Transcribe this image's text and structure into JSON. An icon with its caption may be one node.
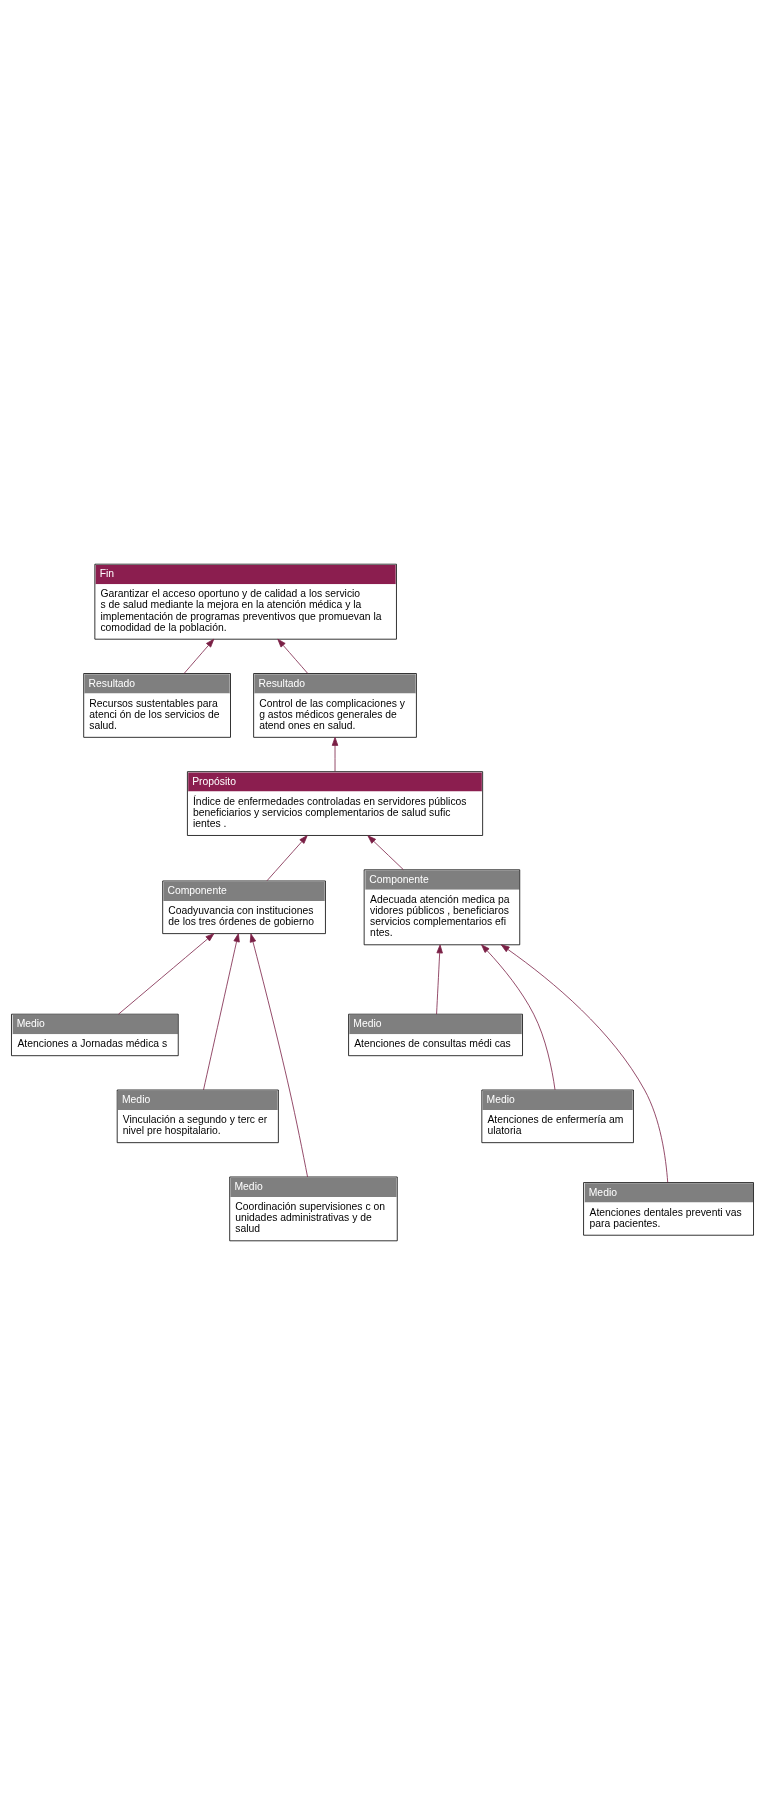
{
  "diagram": {
    "nodes": [
      {
        "text": [
          "Fin",
          "Garantizar el acceso oportuno y de calidad a los servicio s de salud mediante la mejora en la atención médica y la implementación de programas preventivos que promuevan la comodidad de la población."
        ]
      },
      {
        "text": [
          "Resultado",
          "Recursos sustentables para atenci ón de los servicios de salud."
        ]
      },
      {
        "text": [
          "Resultado",
          "Control de las complicaciones y g astos médicos generales de atend ones en salud."
        ]
      },
      {
        "text": [
          "Propósito",
          "Índice de enfermedades controladas en servidores públicos beneficiarios y servicios complementarios de salud sufic ientes ."
        ]
      },
      {
        "text": [
          "Componente",
          "Coadyuvancia con instituciones de los tres órdenes de gobierno"
        ]
      },
      {
        "text": [
          "Componente",
          "Adecuada atención medica pa vidores públicos , beneficiaros servicios complementarios efi ntes."
        ]
      },
      {
        "text": [
          "Medio",
          "Atenciones a Jornadas médica s"
        ]
      },
      {
        "text": [
          "Medio",
          "Atenciones de consultas médi cas"
        ]
      },
      {
        "text": [
          "Medio",
          "Vinculación a segundo y terc er nivel pre hospitalario."
        ]
      },
      {
        "text": [
          "Medio",
          "Atenciones de enfermería am ulatoria"
        ]
      },
      {
        "text": [
          "Medio",
          "Coordinación supervisiones c on unidades administrativas y de salud"
        ]
      },
      {
        "text": [
          "Medio",
          "Atenciones dentales preventi vas para pacientes."
        ]
      }
    ],
    "edges": [
      {
        "from": 1,
        "to": 0,
        "arrow": "to"
      },
      {
        "from": 2,
        "to": 0,
        "arrow": "to"
      },
      {
        "from": 3,
        "to": 2,
        "arrow": "to"
      },
      {
        "from": 4,
        "to": 3,
        "arrow": "to"
      },
      {
        "from": 5,
        "to": 3,
        "arrow": "to"
      },
      {
        "from": 6,
        "to": 4,
        "arrow": "to"
      },
      {
        "from": 8,
        "to": 4,
        "arrow": "to"
      },
      {
        "from": 10,
        "to": 4,
        "arrow": "to"
      },
      {
        "from": 7,
        "to": 5,
        "arrow": "to"
      },
      {
        "from": 9,
        "to": 5,
        "arrow": "to"
      },
      {
        "from": 11,
        "to": 5,
        "arrow": "to"
      }
    ]
  }
}
